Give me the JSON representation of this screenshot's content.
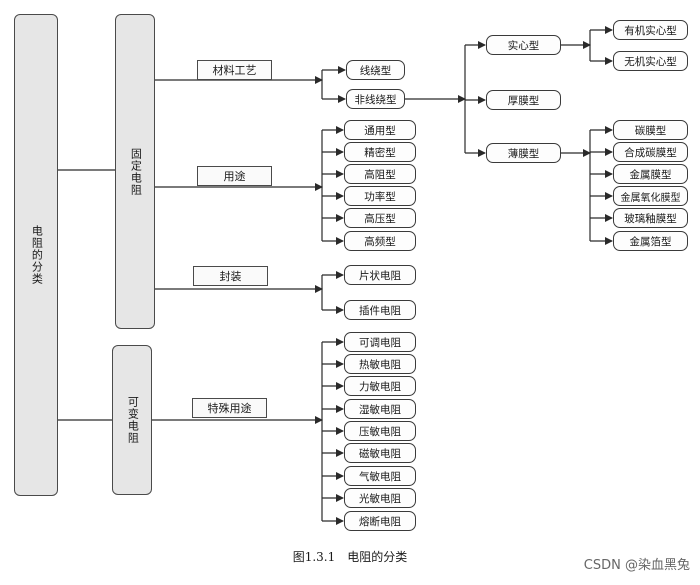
{
  "root": "电阻的分类",
  "groups": {
    "fixed": "固定电阻",
    "variable": "可变电阻"
  },
  "criteria": {
    "material": "材料工艺",
    "use": "用途",
    "package": "封装",
    "special": "特殊用途"
  },
  "material_nodes": [
    "线绕型",
    "非线绕型"
  ],
  "nonwire_nodes": [
    "实心型",
    "厚膜型",
    "薄膜型"
  ],
  "solid_nodes": [
    "有机实心型",
    "无机实心型"
  ],
  "film_nodes": [
    "碳膜型",
    "合成碳膜型",
    "金属膜型",
    "金属氧化膜型",
    "玻璃釉膜型",
    "金属箔型"
  ],
  "use_nodes": [
    "通用型",
    "精密型",
    "高阻型",
    "功率型",
    "高压型",
    "高频型"
  ],
  "package_nodes": [
    "片状电阻",
    "插件电阻"
  ],
  "special_nodes": [
    "可调电阻",
    "热敏电阻",
    "力敏电阻",
    "湿敏电阻",
    "压敏电阻",
    "磁敏电阻",
    "气敏电阻",
    "光敏电阻",
    "熔断电阻"
  ],
  "caption": "图1.3.1　电阻的分类",
  "watermark": "CSDN @染血黑兔"
}
